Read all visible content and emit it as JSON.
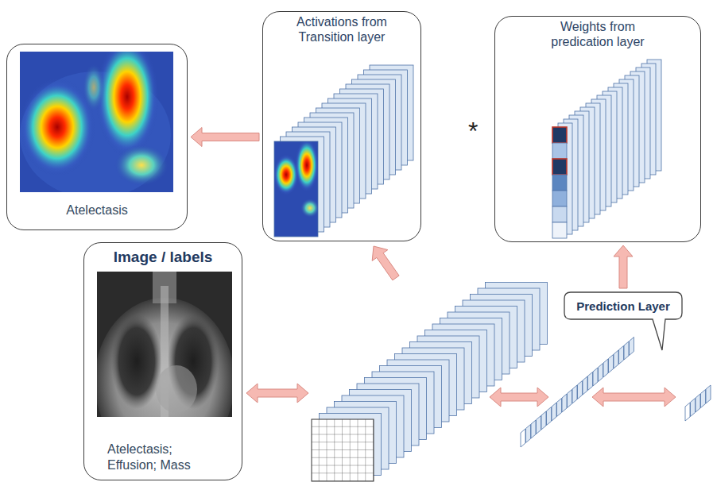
{
  "diagram": {
    "nodes": [
      {
        "text": [
          "Atelectasis"
        ]
      },
      {
        "text": [
          "Activations from Transition layer"
        ]
      },
      {
        "text": [
          "Weights from predication layer"
        ]
      },
      {
        "text": [
          "Image / labels",
          "Atelectasis; Effusion; Mass"
        ]
      },
      {
        "text": [
          "Prediction Layer"
        ]
      }
    ],
    "edges": [
      {
        "from": 1,
        "to": 0,
        "arrow": "to"
      },
      {
        "from": 4,
        "to": 2,
        "arrow": "to"
      }
    ],
    "labels": [
      "*"
    ]
  }
}
